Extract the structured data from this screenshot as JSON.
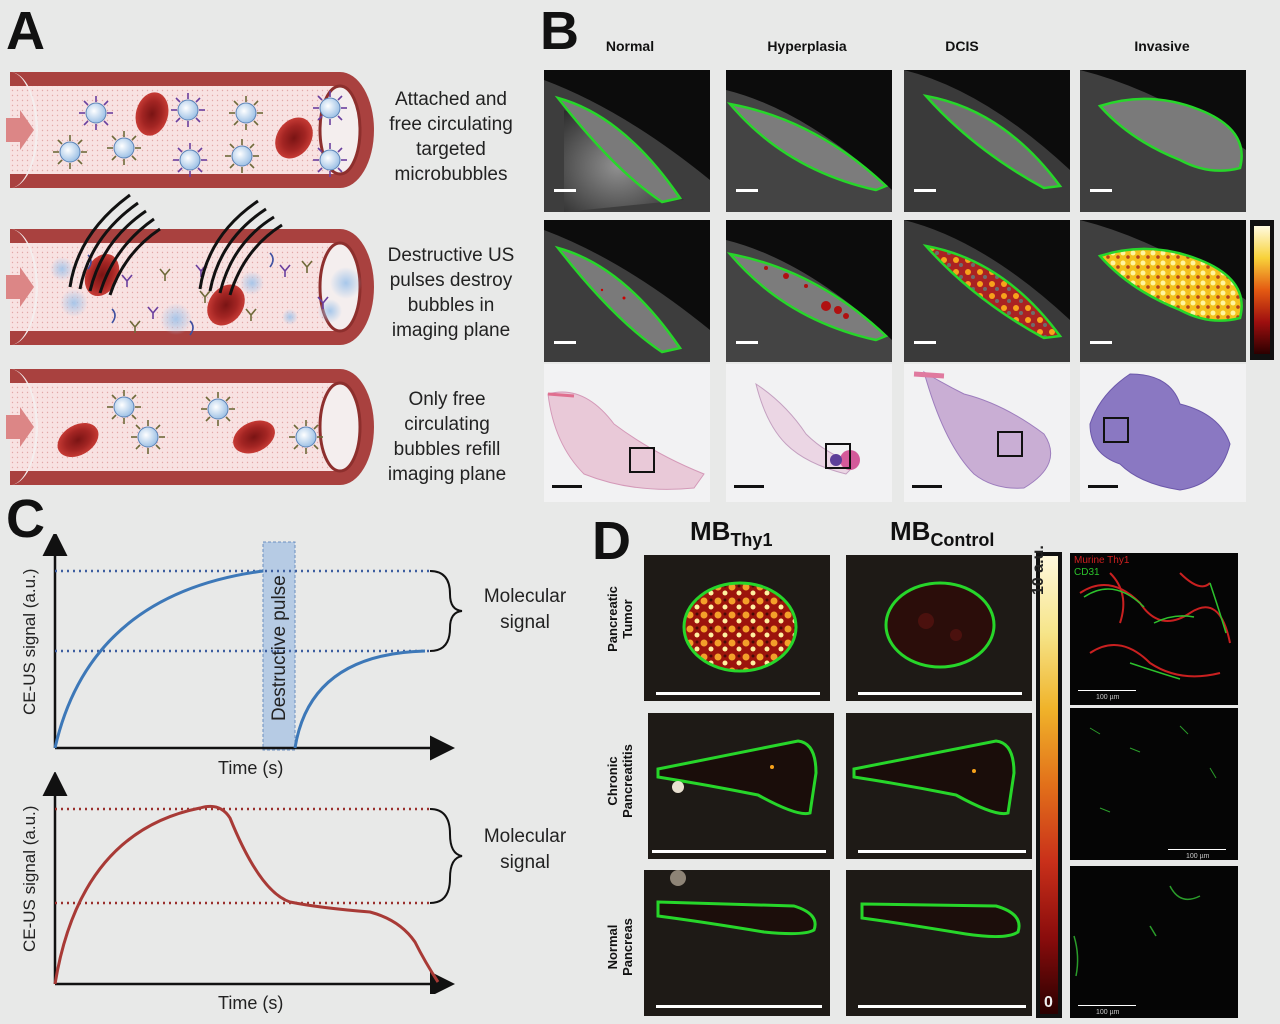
{
  "panels": {
    "a": "A",
    "b": "B",
    "c": "C",
    "d": "D"
  },
  "panelA": {
    "captions": [
      [
        "Attached and",
        "free circulating",
        "targeted",
        "microbubbles"
      ],
      [
        "Destructive US",
        "pulses destroy",
        "bubbles in",
        "imaging plane"
      ],
      [
        "Only free",
        "circulating",
        "bubbles refill",
        "imaging plane"
      ]
    ]
  },
  "panelB": {
    "columns": [
      "Normal",
      "Hyperplasia",
      "DCIS",
      "Invasive"
    ]
  },
  "panelC": {
    "top": {
      "ylabel": "CE-US signal (a.u.)",
      "xlabel": "Time (s)",
      "pulse_label": "Destructive pulse",
      "brace_label": [
        "Molecular",
        "signal"
      ]
    },
    "bottom": {
      "ylabel": "CE-US signal (a.u.)",
      "xlabel": "Time (s)",
      "brace_label": [
        "Molecular",
        "signal"
      ]
    }
  },
  "panelD": {
    "col1_main": "MB",
    "col1_sub": "Thy1",
    "col2_main": "MB",
    "col2_sub": "Control",
    "rows": [
      [
        "Pancreatic",
        "Tumor"
      ],
      [
        "Chronic",
        "Pancreatitis"
      ],
      [
        "Normal",
        "Pancreas"
      ]
    ],
    "colorbar_max": "10 a.u.",
    "colorbar_min": "0",
    "legend_thy1": "Murine Thy1",
    "legend_cd31": "CD31",
    "if_scalebar": "100 µm"
  },
  "colors": {
    "vessel_wall": "#a9413f",
    "vessel_lumen": "#f6dede",
    "roi_green": "#27d62a",
    "curve_blue": "#3d78b8",
    "curve_red": "#a83a36",
    "pulse_box": "#b6cbe4"
  }
}
